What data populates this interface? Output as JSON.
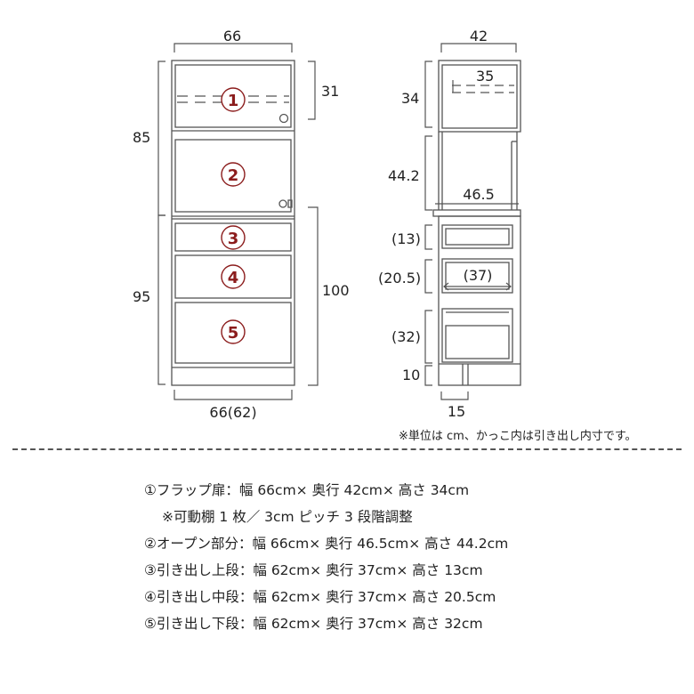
{
  "front_view": {
    "top_width": "66",
    "flap_height": "31",
    "upper_height": "85",
    "lower_height": "95",
    "drawer_height": "100",
    "bottom_width": "66(62)",
    "badges": [
      "1",
      "2",
      "3",
      "4",
      "5"
    ]
  },
  "side_view": {
    "depth": "42",
    "shelf_inner": "35",
    "flap_height": "34",
    "open_height": "44.2",
    "open_depth": "46.5",
    "drawer1_height": "(13)",
    "drawer2_height": "(20.5)",
    "drawer_inner_depth": "(37)",
    "drawer3_height": "(32)",
    "plinth_height": "10",
    "plinth_depth": "15"
  },
  "note": "※単位は cm、かっこ内は引き出し内寸です。",
  "specs": [
    "①フラップ扉：幅 66cm× 奥行 42cm× 高さ 34cm",
    "※可動棚 1 枚／ 3cm ピッチ 3 段階調整",
    "②オープン部分：幅 66cm× 奥行 46.5cm× 高さ 44.2cm",
    "③引き出し上段：幅 62cm× 奥行 37cm× 高さ 13cm",
    "④引き出し中段：幅 62cm× 奥行 37cm× 高さ 20.5cm",
    "⑤引き出し下段：幅 62cm× 奥行 37cm× 高さ 32cm"
  ],
  "colors": {
    "line": "#555555",
    "badge": "#8b1c1c"
  }
}
